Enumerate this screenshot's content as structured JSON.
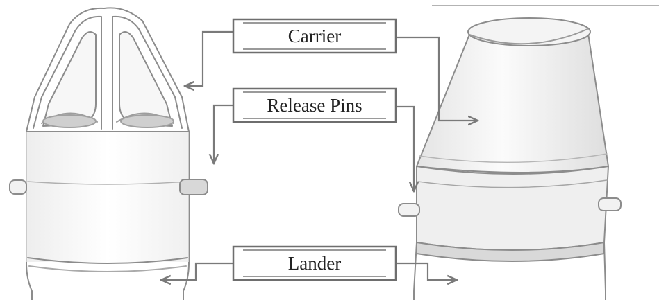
{
  "labels": {
    "carrier": "Carrier",
    "release_pins": "Release Pins",
    "lander": "Lander"
  },
  "colors": {
    "sketch_line": "#8c8c8c",
    "sketch_shade": "#d6d6d6",
    "arrow": "#7a7a7a",
    "label_border": "#6e6e6e",
    "background": "#ffffff"
  }
}
